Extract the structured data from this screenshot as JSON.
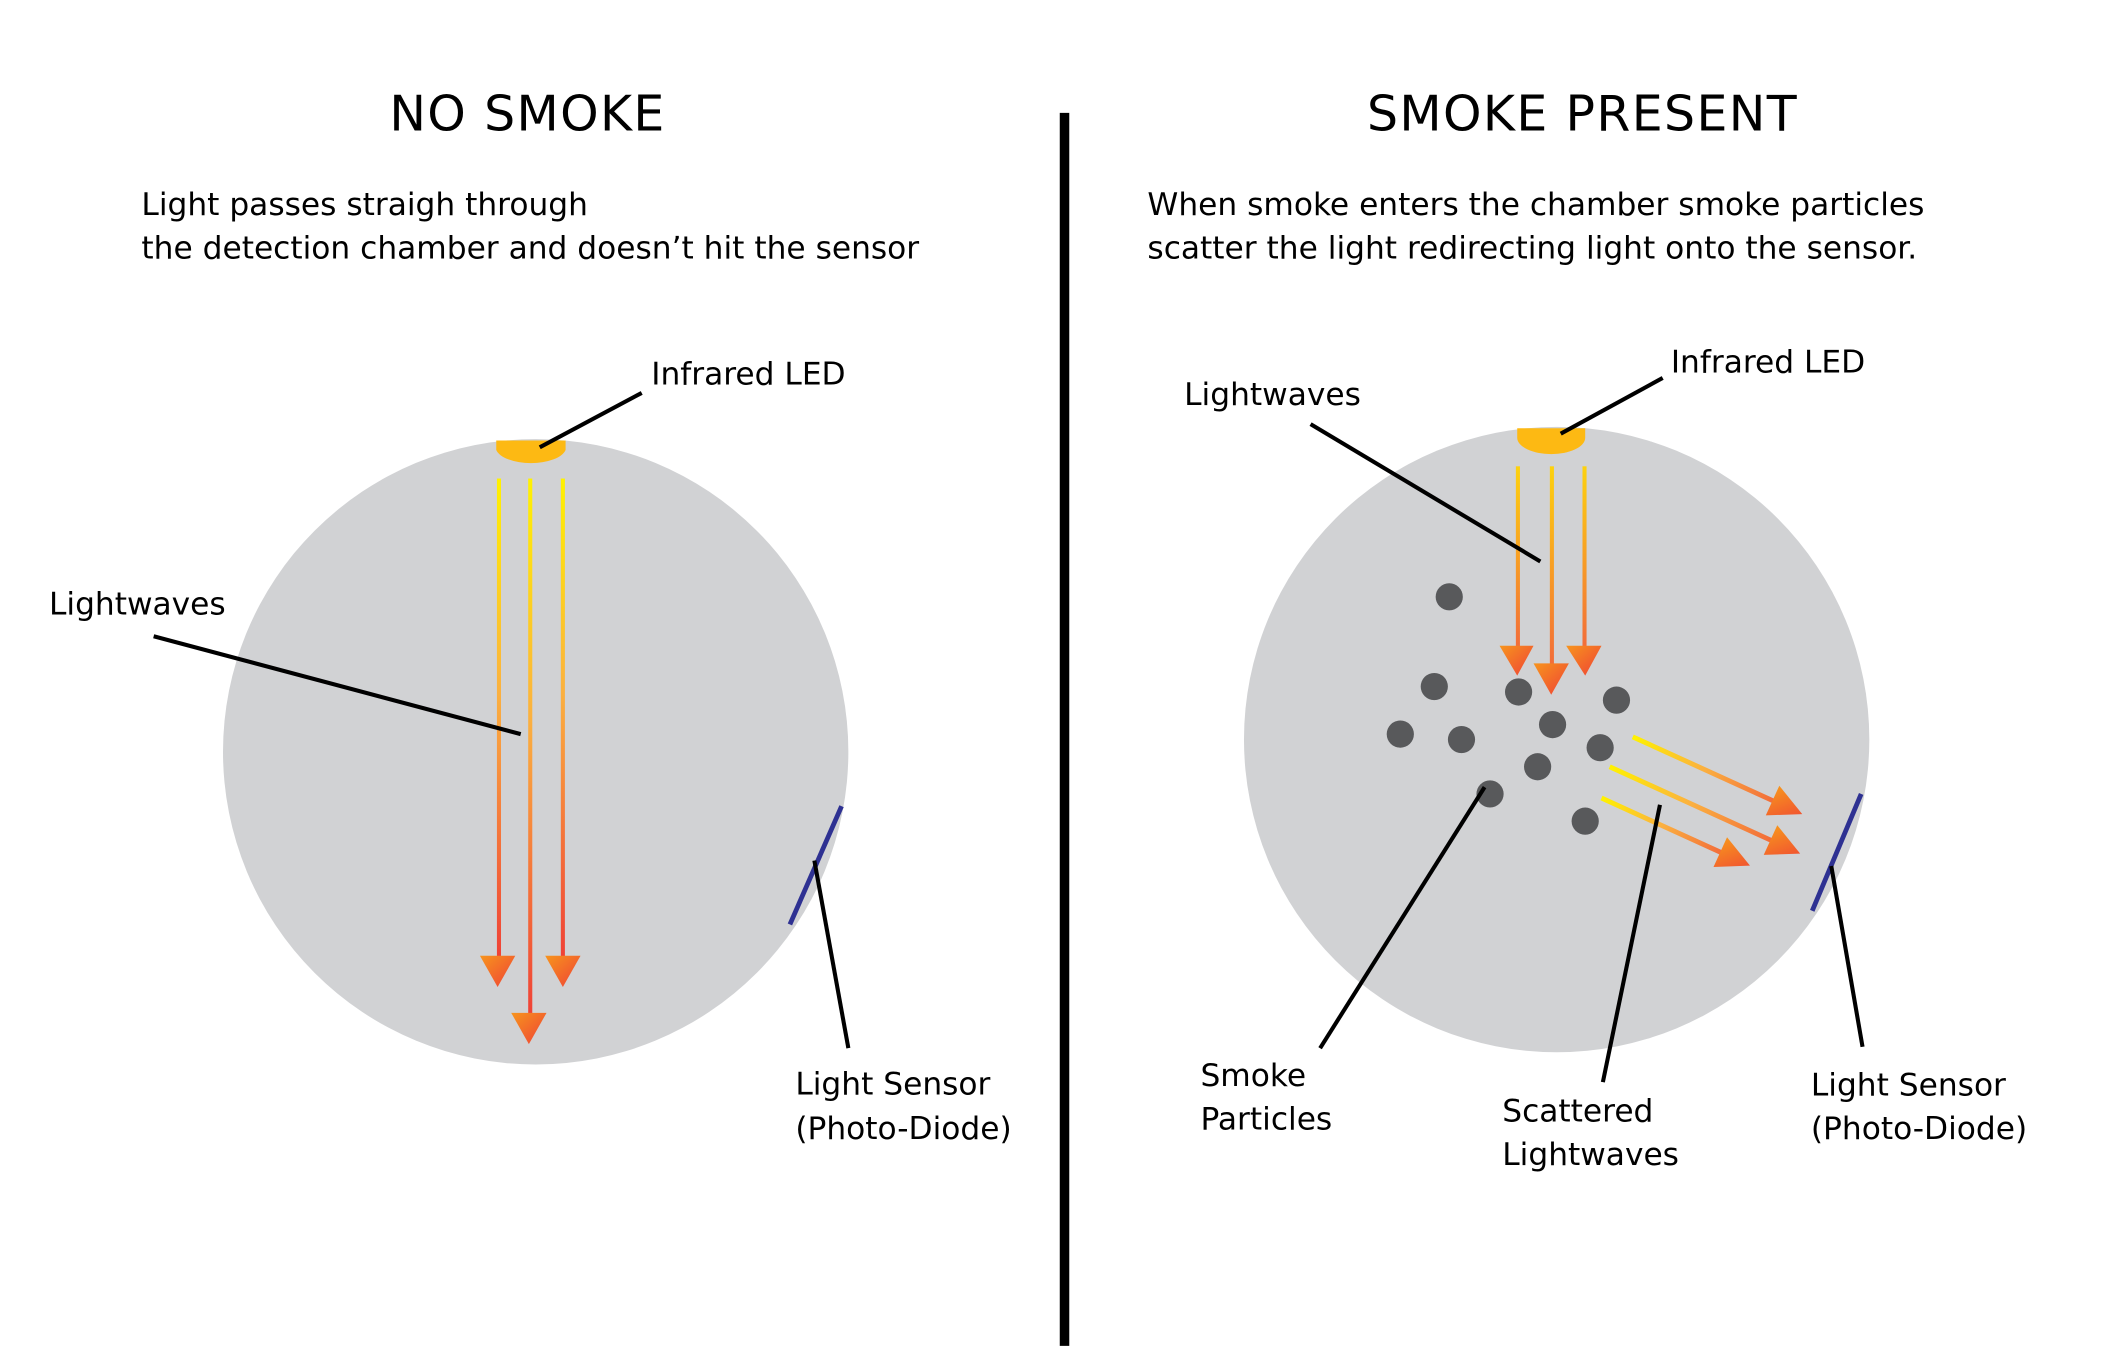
{
  "left_panel": {
    "title": "NO SMOKE",
    "description": [
      "Light passes straigh through",
      "the detection chamber and doesn’t hit the sensor"
    ],
    "labels": {
      "led": "Infrared LED",
      "lightwaves": "Lightwaves",
      "sensor": [
        "Light Sensor",
        "(Photo-Diode)"
      ]
    }
  },
  "right_panel": {
    "title": "SMOKE PRESENT",
    "description": [
      "When smoke enters the chamber smoke particles",
      "scatter the light redirecting light onto the sensor."
    ],
    "labels": {
      "led": "Infrared LED",
      "lightwaves": "Lightwaves",
      "particles": [
        "Smoke",
        "Particles"
      ],
      "scattered": [
        "Scattered",
        "Lightwaves"
      ],
      "sensor": [
        "Light Sensor",
        "(Photo-Diode)"
      ]
    }
  },
  "colors": {
    "chamber": "#d1d2d4",
    "led": "#fdb913",
    "beam_start": "#fff200",
    "beam_end": "#ef4136",
    "particle": "#58595b",
    "sensor": "#2e3192",
    "divider": "#000000"
  }
}
